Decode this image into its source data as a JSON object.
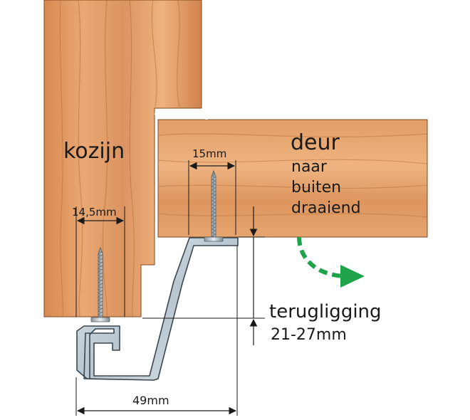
{
  "labels": {
    "frame": "kozijn",
    "door_title": "deur",
    "door_line1": "naar",
    "door_line2": "buiten",
    "door_line3": "draaiend",
    "dim_frame_screw": "14,5mm",
    "dim_door_screw": "15mm",
    "dim_profile_width": "49mm",
    "recess_title": "terugligging",
    "recess_range": "21-27mm"
  },
  "colors": {
    "wood_light": "#e9a977",
    "wood_mid": "#d98c55",
    "wood_dark": "#b96a35",
    "profile_steel": "#c9d4dc",
    "arrow_green": "#1ea34a",
    "line": "#1a1a1a"
  },
  "icons": {
    "opening_arrow": "curved-dashed-arrow-icon",
    "screw": "screw-icon"
  }
}
